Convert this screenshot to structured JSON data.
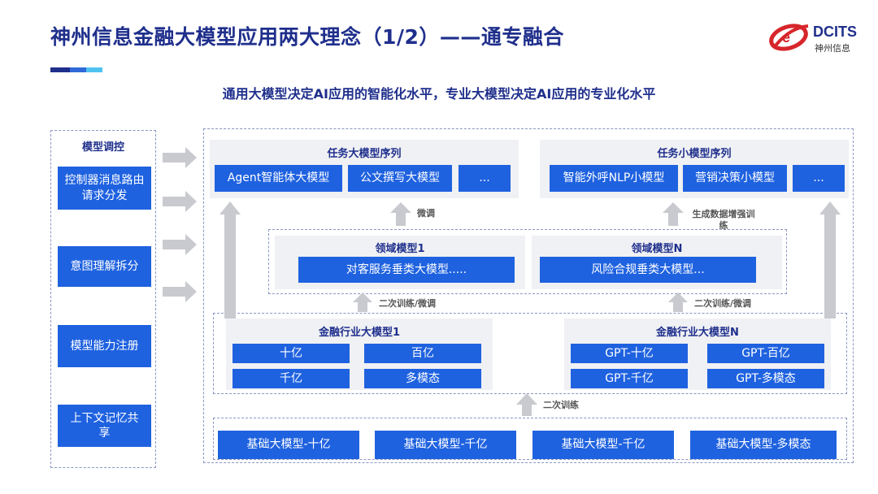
{
  "title": "神州信息金融大模型应用两大理念（1/2）——通专融合",
  "subtitle": "通用大模型决定AI应用的智能化水平，专业大模型决定AI应用的专业化水平",
  "logo": {
    "name": "DCITS",
    "sub": "神州信息"
  },
  "colors": {
    "accent_blue": "#1f62e0",
    "title_navy": "#1f2f8c",
    "panel_gray": "#f0f1f4",
    "arrow_gray": "#c8cacf"
  },
  "sidebar": {
    "title": "模型调控",
    "items": [
      "控制器消息路由请求分发",
      "意图理解拆分",
      "模型能力注册",
      "上下文记忆共享"
    ]
  },
  "task_large": {
    "title": "任务大模型序列",
    "items": [
      "Agent智能体大模型",
      "公文撰写大模型",
      "..."
    ]
  },
  "task_small": {
    "title": "任务小模型序列",
    "items": [
      "智能外呼NLP小模型",
      "营销决策小模型",
      "..."
    ]
  },
  "labels": {
    "finetune": "微调",
    "augment": "生成数据增强训练",
    "second_finetune": "二次训练/微调",
    "second_train": "二次训练"
  },
  "domain1": {
    "title": "领域模型1",
    "item": "对客服务垂类大模型....."
  },
  "domainN": {
    "title": "领域模型N",
    "item": "风险合规垂类大模型..."
  },
  "fin1": {
    "title": "金融行业大模型1",
    "items": [
      "十亿",
      "百亿",
      "千亿",
      "多模态"
    ]
  },
  "finN": {
    "title": "金融行业大模型N",
    "items": [
      "GPT-十亿",
      "GPT-百亿",
      "GPT-千亿",
      "GPT-多模态"
    ]
  },
  "base": {
    "items": [
      "基础大模型-十亿",
      "基础大模型-千亿",
      "基础大模型-千亿",
      "基础大模型-多模态"
    ]
  }
}
